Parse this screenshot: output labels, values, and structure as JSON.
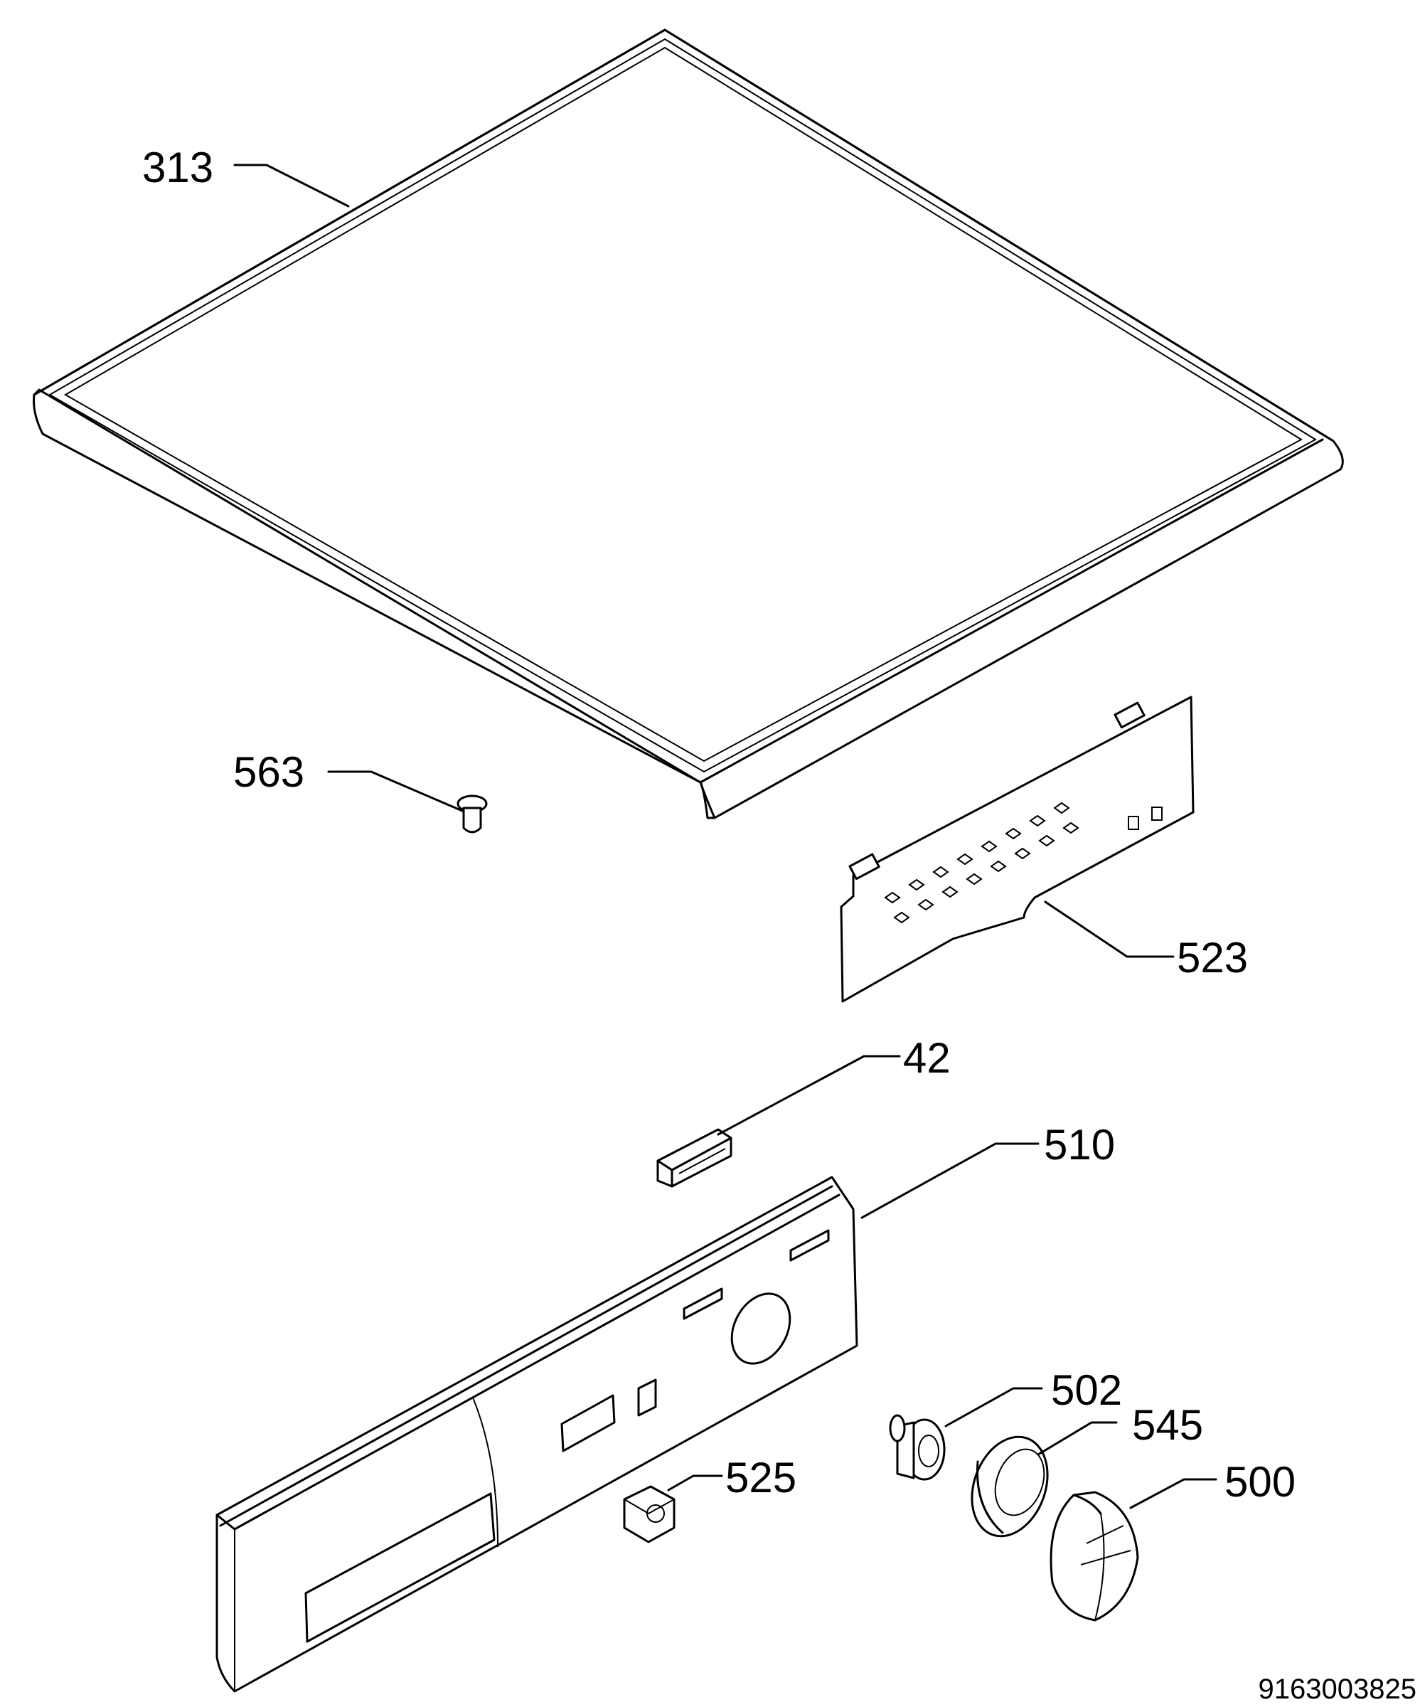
{
  "document_number": "9163003825",
  "parts": [
    {
      "label": "313",
      "icon": "top-cover-panel"
    },
    {
      "label": "563",
      "icon": "screw-plug"
    },
    {
      "label": "523",
      "icon": "control-circuit-board"
    },
    {
      "label": "42",
      "icon": "switch-clip"
    },
    {
      "label": "510",
      "icon": "control-panel-fascia"
    },
    {
      "label": "502",
      "icon": "knob-adapter"
    },
    {
      "label": "545",
      "icon": "knob-ring"
    },
    {
      "label": "525",
      "icon": "push-button"
    },
    {
      "label": "500",
      "icon": "control-knob"
    }
  ]
}
